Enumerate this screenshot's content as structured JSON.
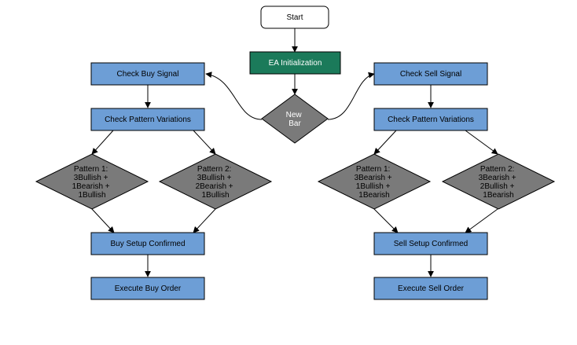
{
  "colors": {
    "process_fill": "#6d9ed6",
    "start_fill": "#ffffff",
    "init_fill": "#1b7a5a",
    "decision_fill": "#7a7a7a",
    "stroke": "#000000"
  },
  "nodes": {
    "start": {
      "label": "Start"
    },
    "init": {
      "label": "EA Initialization"
    },
    "new_bar": {
      "lines": [
        "New",
        "Bar"
      ]
    },
    "check_buy": {
      "label": "Check Buy Signal"
    },
    "check_sell": {
      "label": "Check Sell Signal"
    },
    "buy_variations": {
      "label": "Check Pattern Variations"
    },
    "sell_variations": {
      "label": "Check Pattern Variations"
    },
    "buy_pattern_1": {
      "lines": [
        "Pattern 1:",
        "3Bullish +",
        "1Bearish +",
        "1Bullish"
      ]
    },
    "buy_pattern_2": {
      "lines": [
        "Pattern 2:",
        "3Bullish +",
        "2Bearish +",
        "1Bullish"
      ]
    },
    "sell_pattern_1": {
      "lines": [
        "Pattern 1:",
        "3Bearish +",
        "1Bullish +",
        "1Bearish"
      ]
    },
    "sell_pattern_2": {
      "lines": [
        "Pattern 2:",
        "3Bearish +",
        "2Bullish +",
        "1Bearish"
      ]
    },
    "buy_confirmed": {
      "label": "Buy Setup Confirmed"
    },
    "sell_confirmed": {
      "label": "Sell Setup Confirmed"
    },
    "buy_execute": {
      "label": "Execute Buy Order"
    },
    "sell_execute": {
      "label": "Execute Sell Order"
    }
  }
}
